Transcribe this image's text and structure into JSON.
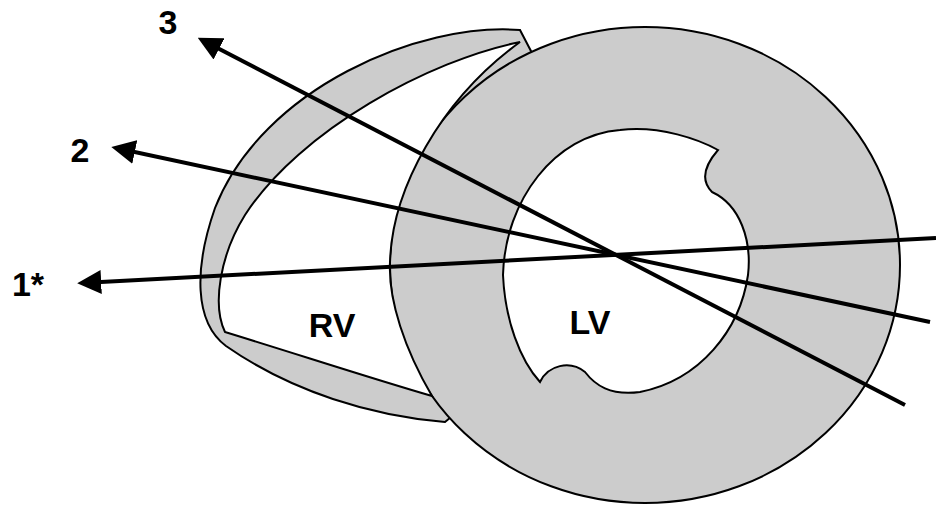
{
  "diagram": {
    "labels": [
      "3",
      "2",
      "1*",
      "RV",
      "LV"
    ]
  }
}
